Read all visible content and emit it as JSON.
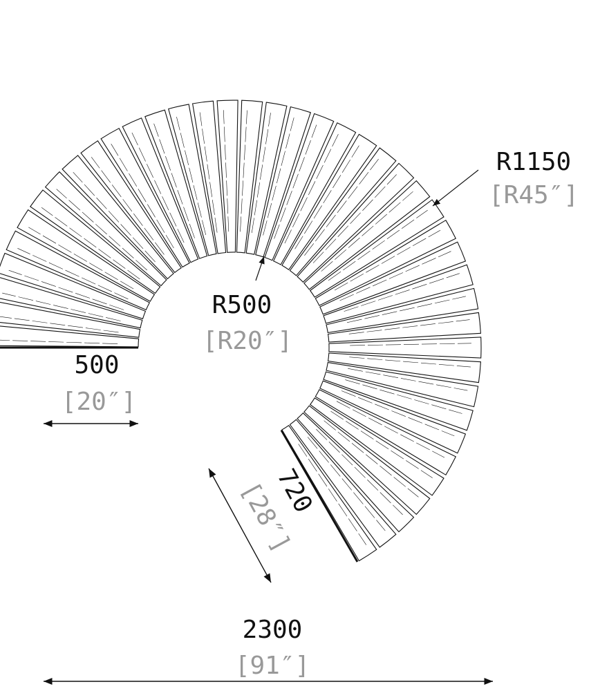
{
  "dimensions": {
    "outer_radius": {
      "metric": "R1150",
      "imperial": "[R45″]"
    },
    "inner_radius": {
      "metric": "R500",
      "imperial": "[R20″]"
    },
    "seat_width": {
      "metric": "500",
      "imperial": "[20″]"
    },
    "end_length": {
      "metric": "720",
      "imperial": "[28″]"
    },
    "overall_width": {
      "metric": "2300",
      "imperial": "[91″]"
    }
  },
  "colors": {
    "metric_text": "#111111",
    "imperial_text": "#999999",
    "line": "#111111"
  }
}
